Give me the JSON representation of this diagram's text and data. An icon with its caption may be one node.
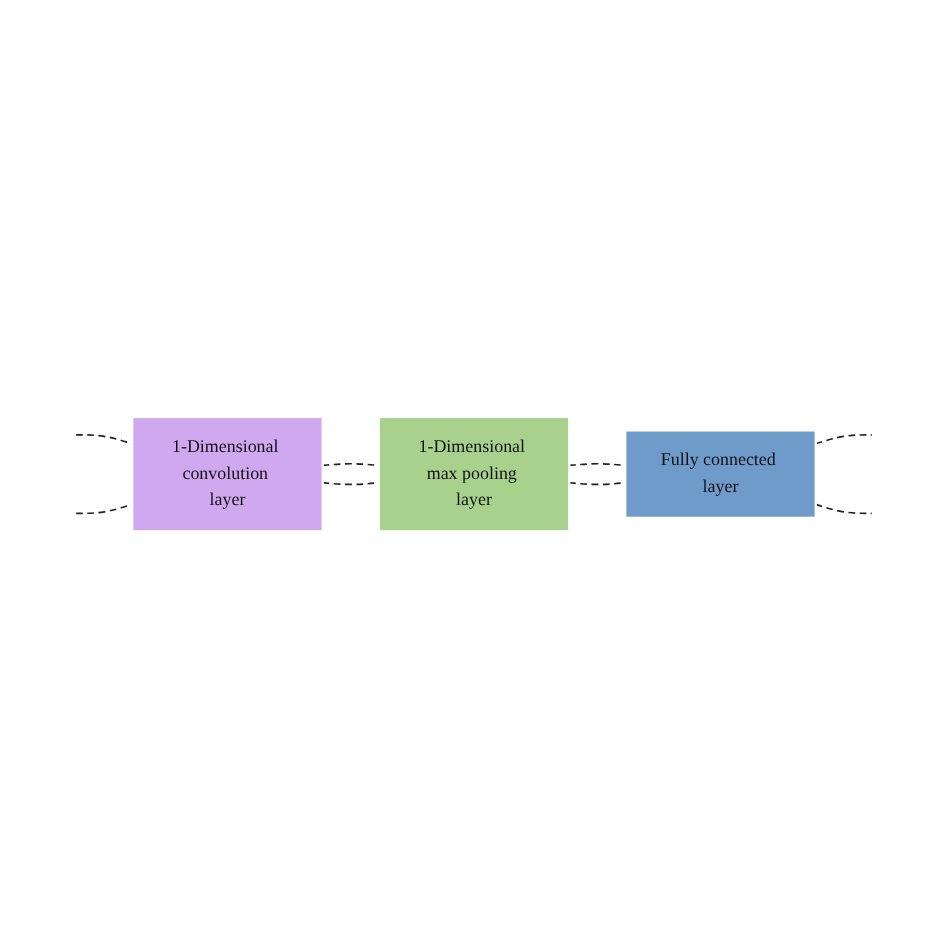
{
  "diagram": {
    "nodes": [
      {
        "text": [
          "1-Dimensional convolution layer"
        ]
      },
      {
        "text": [
          "1-Dimensional max pooling layer"
        ]
      },
      {
        "text": [
          "Fully connected layer"
        ]
      }
    ],
    "edges": [
      {
        "from": null,
        "to": 0,
        "arrow": "none",
        "style": "dashed"
      },
      {
        "from": null,
        "to": 0,
        "arrow": "none",
        "style": "dashed"
      },
      {
        "from": 0,
        "to": 1,
        "arrow": "none",
        "style": "dashed"
      },
      {
        "from": 0,
        "to": 1,
        "arrow": "none",
        "style": "dashed"
      },
      {
        "from": 1,
        "to": 2,
        "arrow": "none",
        "style": "dashed"
      },
      {
        "from": 1,
        "to": 2,
        "arrow": "none",
        "style": "dashed"
      },
      {
        "from": 2,
        "to": null,
        "arrow": "none",
        "style": "dashed"
      },
      {
        "from": 2,
        "to": null,
        "arrow": "none",
        "style": "dashed"
      }
    ]
  }
}
